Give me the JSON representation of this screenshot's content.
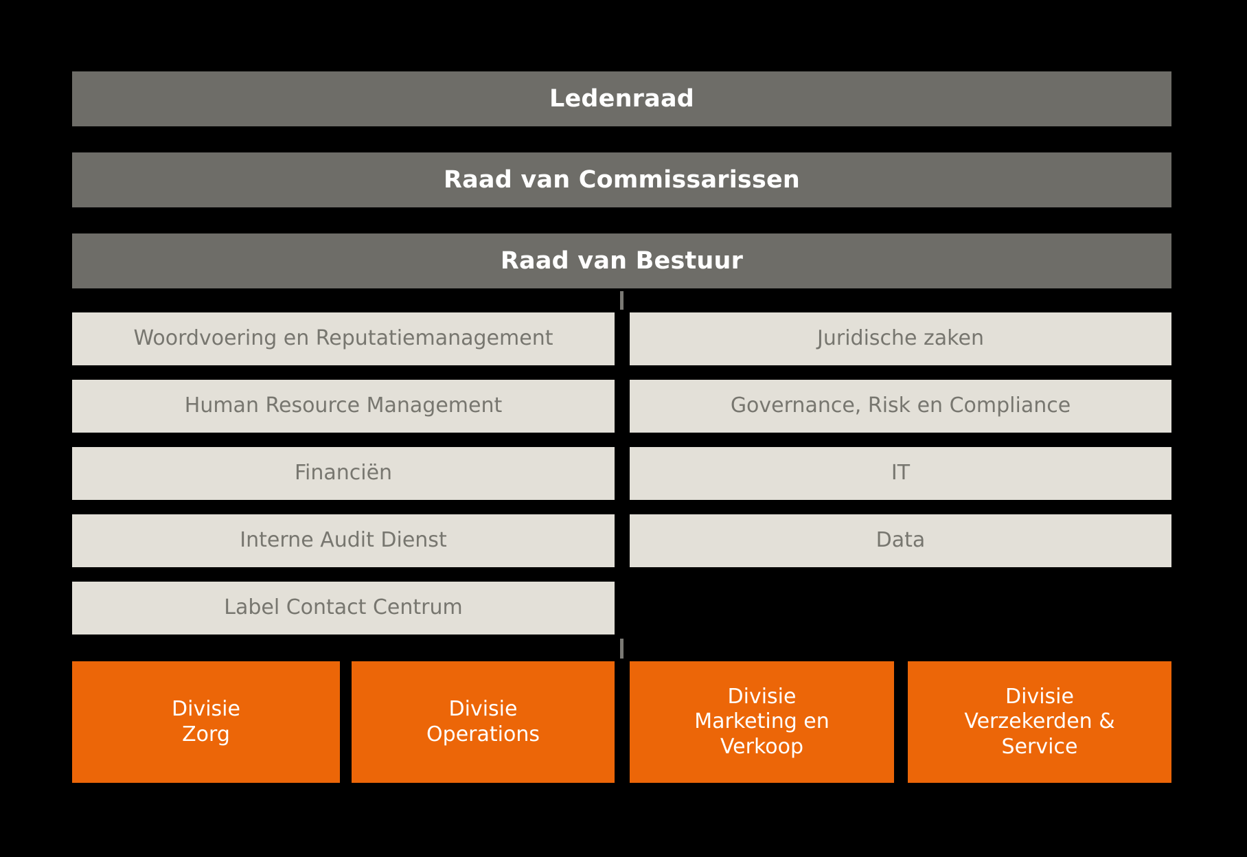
{
  "colors": {
    "background": "#000000",
    "governance_bar": "#6E6D68",
    "department_box": "#E3E0D8",
    "department_text": "#77766F",
    "division_box": "#EC6608",
    "governance_text": "#FFFFFF",
    "division_text": "#FFFFFF",
    "connector": "#7A7974"
  },
  "governance": {
    "ledenraad": "Ledenraad",
    "raad_van_commissarissen": "Raad van Commissarissen",
    "raad_van_bestuur": "Raad van Bestuur"
  },
  "departments": {
    "left_column": [
      {
        "label": "Woordvoering en Reputatiemanagement"
      },
      {
        "label": "Human Resource Management"
      },
      {
        "label": "Financiën"
      },
      {
        "label": "Interne Audit Dienst"
      },
      {
        "label": "Label Contact Centrum"
      }
    ],
    "right_column": [
      {
        "label": "Juridische zaken"
      },
      {
        "label": "Governance, Risk en Compliance"
      },
      {
        "label": "IT"
      },
      {
        "label": "Data"
      }
    ]
  },
  "divisions": [
    {
      "label": "Divisie\nZorg"
    },
    {
      "label": "Divisie\nOperations"
    },
    {
      "label": "Divisie\nMarketing en\nVerkoop"
    },
    {
      "label": "Divisie\nVerzekerden &\nService"
    }
  ]
}
